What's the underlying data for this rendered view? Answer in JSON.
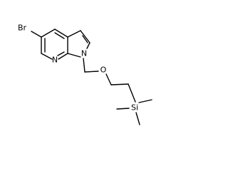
{
  "molecule": {
    "atoms": {
      "bromine": "Br",
      "pyridine_nitrogen": "N",
      "pyrrole_nitrogen": "N",
      "ether_oxygen": "O",
      "silicon": "Si"
    },
    "colors": {
      "bond": "#000000",
      "label": "#000000",
      "background": "#ffffff"
    }
  }
}
